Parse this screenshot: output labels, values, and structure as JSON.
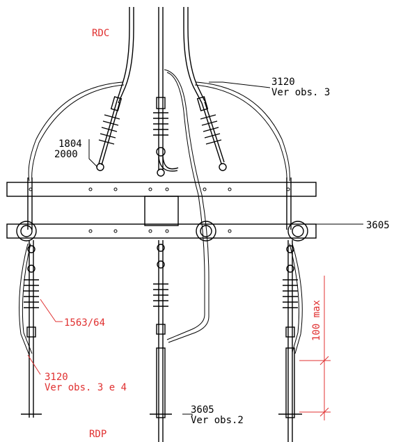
{
  "labels": {
    "rdc": "RDC",
    "rdp": "RDP",
    "ref_3120_top": "3120",
    "ref_3120_top_note": "Ver obs. 3",
    "ref_1804": "1804",
    "ref_2000": "2000",
    "ref_3605_right": "3605",
    "ref_1563": "1563/64",
    "ref_3120_bottom": "3120",
    "ref_3120_bottom_note": "Ver obs. 3 e 4",
    "ref_3605_bottom": "3605",
    "ref_3605_bottom_note": "Ver obs.2",
    "dim_100": "100 max"
  },
  "colors": {
    "annotation": "#e03030",
    "line": "#000000",
    "background": "#ffffff"
  }
}
